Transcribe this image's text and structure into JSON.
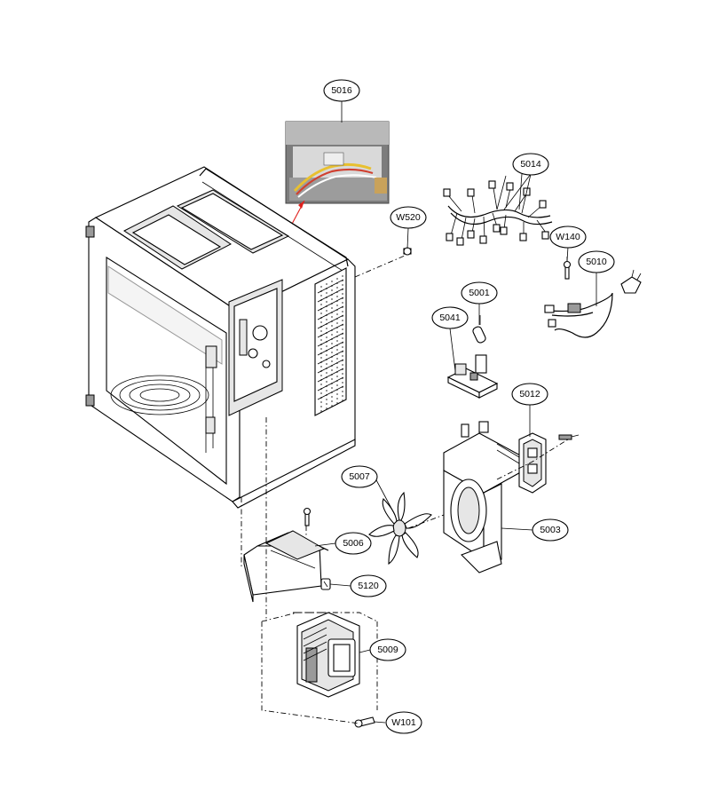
{
  "callouts": {
    "c5016": "5016",
    "c5014": "5014",
    "cW520": "W520",
    "cW140": "W140",
    "c5010": "5010",
    "c5001": "5001",
    "c5041": "5041",
    "c5012": "5012",
    "c5007": "5007",
    "c5003": "5003",
    "c5006": "5006",
    "c5120": "5120",
    "c5009": "5009",
    "cW101": "W101"
  },
  "colors": {
    "highlight": "#e0201c",
    "photo_background": "#7d7d7d"
  }
}
